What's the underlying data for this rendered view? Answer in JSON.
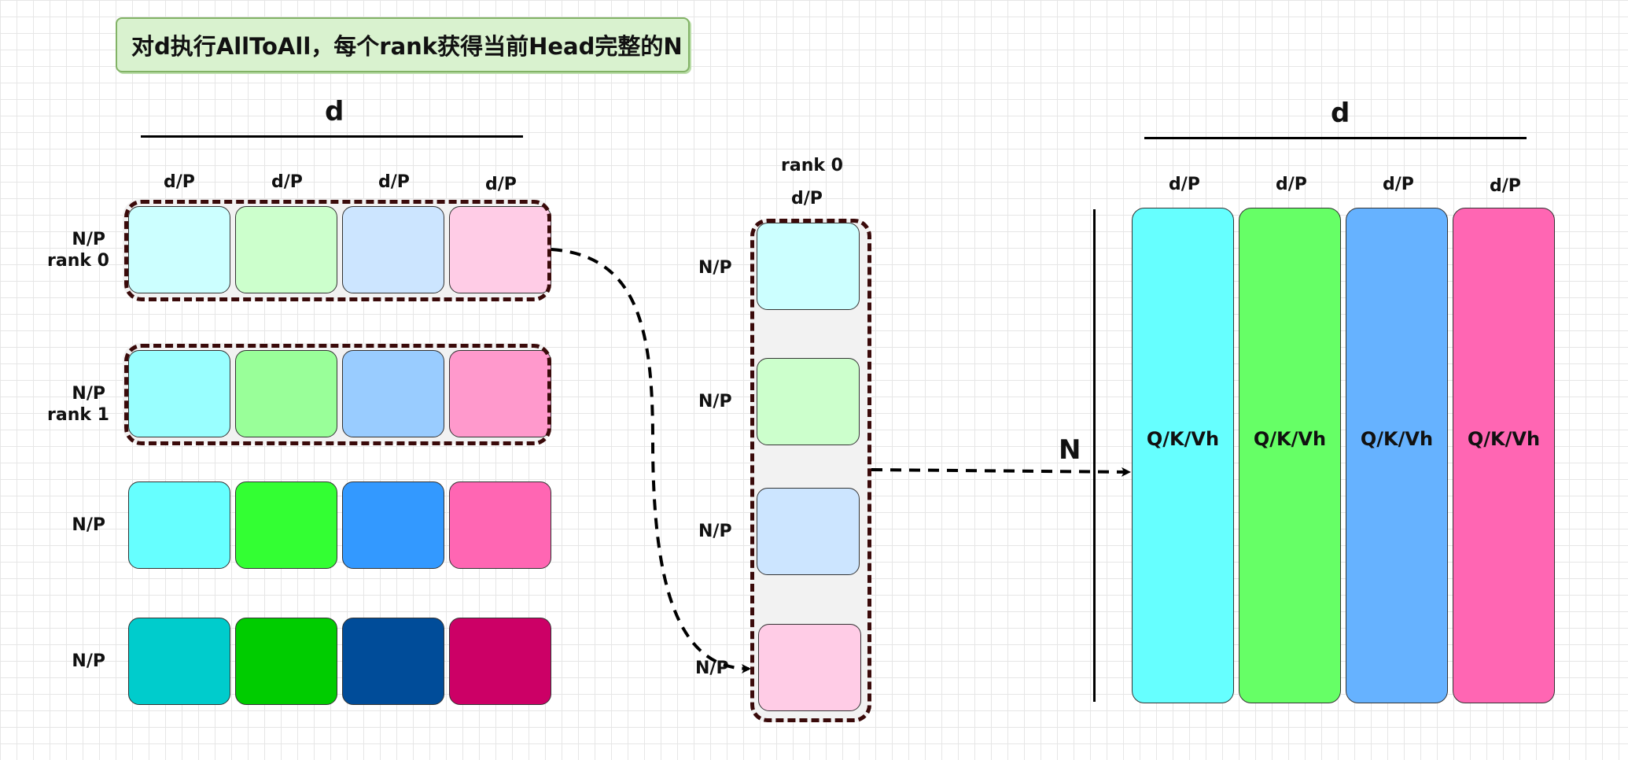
{
  "title": "对d执行AllToAll，每个rank获得当前Head完整的N",
  "left": {
    "d_label": "d",
    "col_labels": [
      "d/P",
      "d/P",
      "d/P",
      "d/P"
    ],
    "rows": [
      {
        "label_line1": "N/P",
        "label_line2": "rank 0",
        "colors": [
          "#ccffff",
          "#ccffcc",
          "#cce5ff",
          "#ffcce6"
        ]
      },
      {
        "label_line1": "N/P",
        "label_line2": "rank 1",
        "colors": [
          "#99ffff",
          "#99ff99",
          "#99ccff",
          "#ff99cc"
        ]
      },
      {
        "label_line1": "N/P",
        "label_line2": "",
        "colors": [
          "#66ffff",
          "#33ff33",
          "#3399ff",
          "#ff66b3"
        ]
      },
      {
        "label_line1": "N/P",
        "label_line2": "",
        "colors": [
          "#00cccc",
          "#00cc00",
          "#004c99",
          "#cc0066"
        ]
      }
    ]
  },
  "middle": {
    "rank_label": "rank 0",
    "col_label": "d/P",
    "row_labels": [
      "N/P",
      "N/P",
      "N/P",
      "N/P"
    ],
    "colors": [
      "#ccffff",
      "#ccffcc",
      "#cce5ff",
      "#ffcce6"
    ]
  },
  "right": {
    "d_label": "d",
    "n_label": "N",
    "col_labels": [
      "d/P",
      "d/P",
      "d/P",
      "d/P"
    ],
    "columns": [
      {
        "text": "Q/K/Vh",
        "color": "#66ffff"
      },
      {
        "text": "Q/K/Vh",
        "color": "#66ff66"
      },
      {
        "text": "Q/K/Vh",
        "color": "#66b2ff"
      },
      {
        "text": "Q/K/Vh",
        "color": "#ff66b3"
      }
    ]
  }
}
